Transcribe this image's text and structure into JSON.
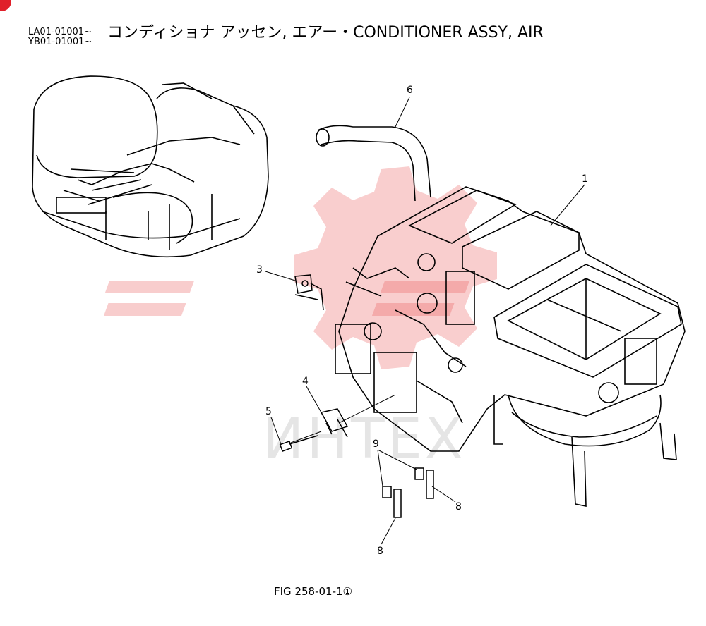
{
  "header": {
    "code1": "LA01-01001~",
    "code2": "YB01-01001~",
    "title": "コンディショナ アッセン, エアー・CONDITIONER ASSY, AIR"
  },
  "figure_label": "FIG 258-01-1①",
  "watermark": {
    "text": "ИНТЕХ",
    "color": "#e85050"
  },
  "callouts": [
    "1",
    "3",
    "4",
    "5",
    "6",
    "8",
    "8",
    "9"
  ]
}
